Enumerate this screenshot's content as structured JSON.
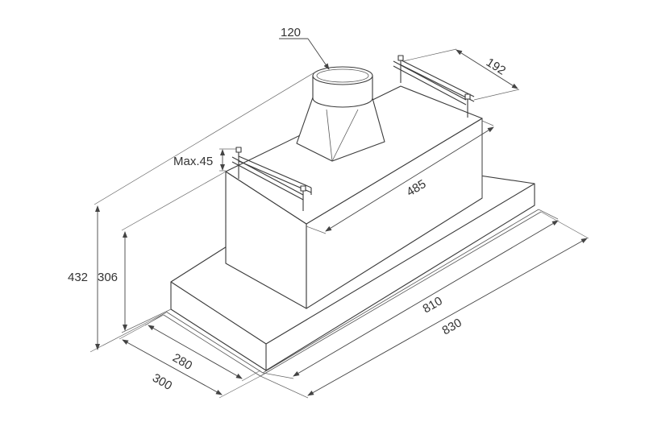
{
  "diagram": {
    "dimensions": {
      "duct_diameter": "120",
      "rail_spacing": "192",
      "max_adjust": "Max.45",
      "body_width": "485",
      "total_height": "432",
      "body_height": "306",
      "inner_depth": "280",
      "outer_depth": "300",
      "inner_width": "810",
      "outer_width": "830"
    }
  }
}
